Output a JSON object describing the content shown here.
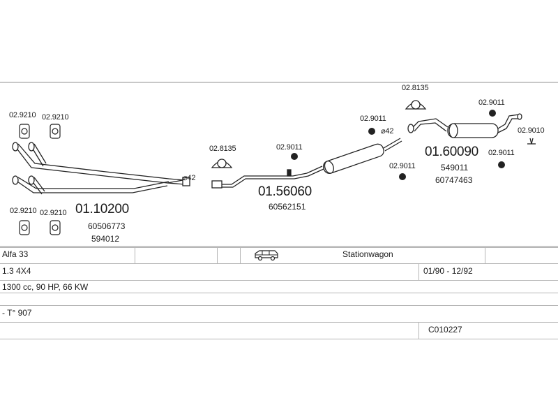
{
  "diagram": {
    "part_numbers": {
      "front_pipe": "01.10200",
      "middle_silencer": "01.56060",
      "rear_silencer": "01.60090"
    },
    "oem_refs": {
      "front_pipe_1": "60506773",
      "front_pipe_2": "594012",
      "middle_silencer_1": "60562151",
      "rear_silencer_1": "549011",
      "rear_silencer_2": "60747463"
    },
    "fitting_labels": {
      "gasket_tl_1": "02.9210",
      "gasket_tl_2": "02.9210",
      "gasket_bl_1": "02.9210",
      "gasket_bl_2": "02.9210",
      "clamp_ring_1": "02.8135",
      "clamp_ring_2": "02.8135",
      "rubber_mid": "02.9011",
      "rubber_after_mid": "02.9011",
      "rubber_rear_a": "02.9011",
      "rubber_rear_b": "02.9011",
      "rubber_rear_c": "02.9011",
      "tail_bracket": "02.9010"
    },
    "diameter_labels": {
      "d1": "⌀42",
      "d2": "⌀42"
    }
  },
  "table": {
    "model": "Alfa 33",
    "body_type": "Stationwagon",
    "engine": "1.3 4X4",
    "years": "01/90 - 12/92",
    "power": "1300 cc, 90 HP, 66 KW",
    "note": "- T° 907",
    "code": "C010227",
    "body_icon": "van-icon"
  }
}
